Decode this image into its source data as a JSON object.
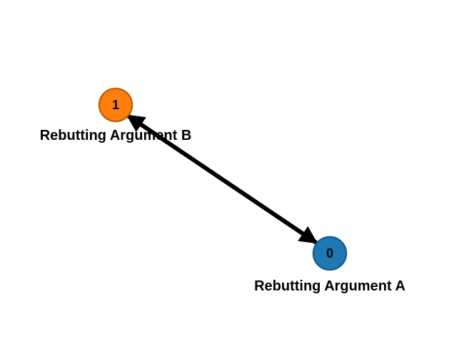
{
  "graph": {
    "nodes": [
      {
        "id": "0",
        "label": "Rebutting Argument A",
        "color": "#1f77b4",
        "stroke": "#1a5f8f"
      },
      {
        "id": "1",
        "label": "Rebutting Argument B",
        "color": "#ff7f0e",
        "stroke": "#c65f05"
      }
    ],
    "edges": [
      {
        "from": "0",
        "to": "1",
        "bidirectional": true,
        "color": "#000000"
      }
    ]
  }
}
